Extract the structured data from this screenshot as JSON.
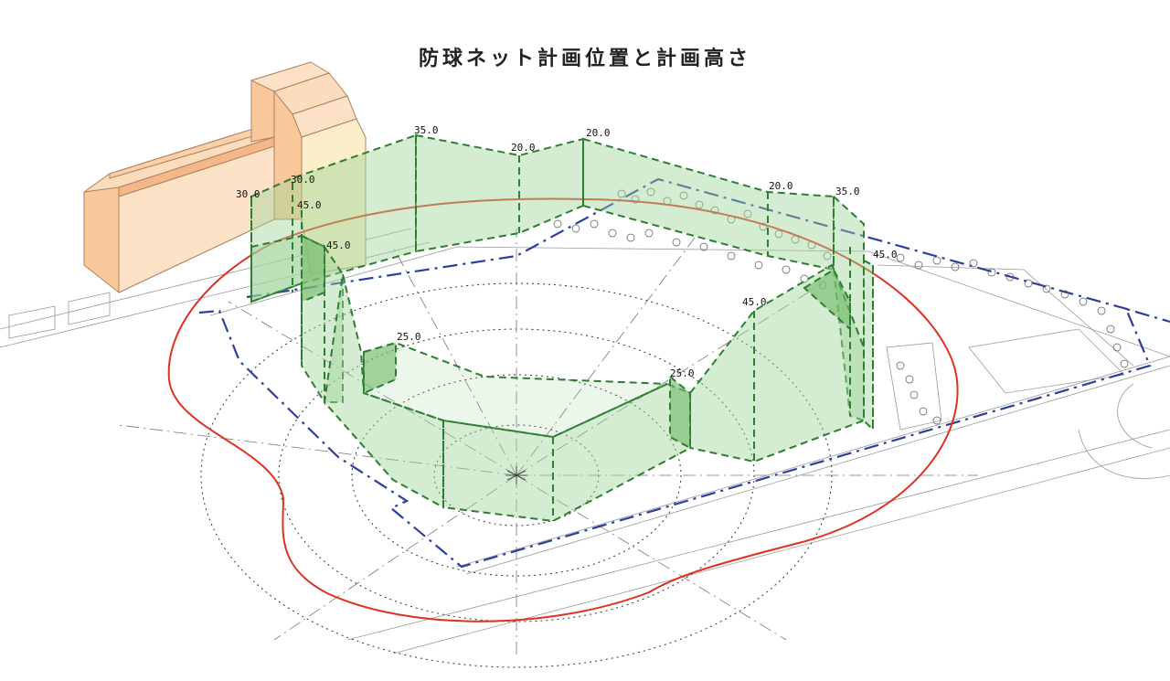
{
  "title": "防球ネット計画位置と計画高さ",
  "height_labels": [
    "35.0",
    "20.0",
    "20.0",
    "20.0",
    "35.0",
    "30.0",
    "30.0",
    "45.0",
    "45.0",
    "45.0",
    "45.0",
    "25.0",
    "25.0"
  ],
  "colors": {
    "net_fill": "#9fd49a",
    "net_dash": "#2e7d32",
    "boundary_blue": "#2b3f9e",
    "range_red": "#e03020",
    "building_fill": "#f8c89a",
    "building_stroke": "#b08060"
  }
}
